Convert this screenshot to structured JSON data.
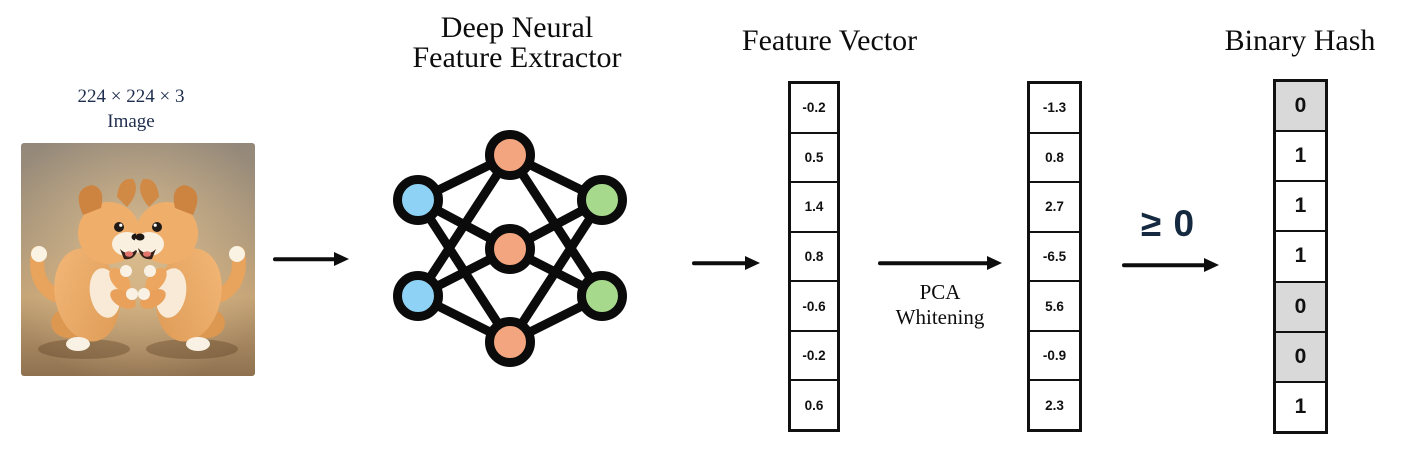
{
  "figure": {
    "background": "#ffffff"
  },
  "input": {
    "size_label": "224 × 224 × 3",
    "type_label": "Image",
    "label_color": "#1f2e4e",
    "illustration": "two toy puppies playing face to face"
  },
  "extractor": {
    "title_line1": "Deep Neural",
    "title_line2": "Feature Extractor",
    "node_colors": {
      "input_layer": "#8ed3f5",
      "hidden_layer": "#f3a57f",
      "output_layer": "#a7d98d",
      "stroke": "#0b0b0b"
    }
  },
  "feature_vector": {
    "title": "Feature Vector",
    "raw_values": [
      "-0.2",
      "0.5",
      "1.4",
      "0.8",
      "-0.6",
      "-0.2",
      "0.6"
    ],
    "whitened_values": [
      "-1.3",
      "0.8",
      "2.7",
      "-6.5",
      "5.6",
      "-0.9",
      "2.3"
    ]
  },
  "pca": {
    "label_line1": "PCA",
    "label_line2": "Whitening"
  },
  "threshold": {
    "label": "≥ 0",
    "color": "#152a40"
  },
  "binary_hash": {
    "title": "Binary Hash",
    "values": [
      "0",
      "1",
      "1",
      "1",
      "0",
      "0",
      "1"
    ],
    "shaded_value": "0",
    "shade_color": "#d9d9d9"
  }
}
